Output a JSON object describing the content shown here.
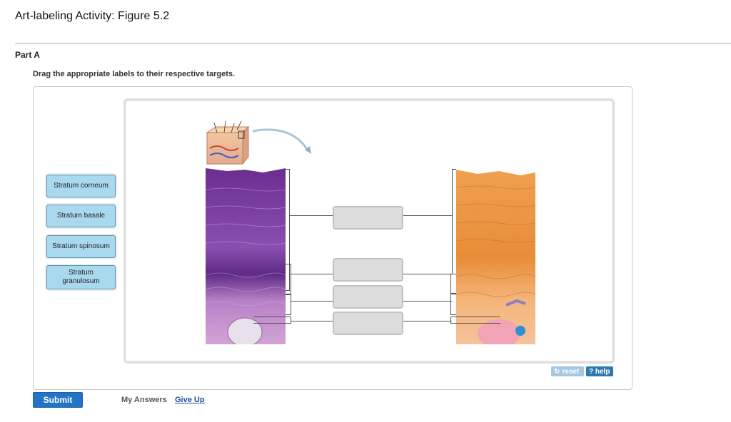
{
  "page": {
    "title": "Art-labeling Activity: Figure 5.2"
  },
  "part": {
    "heading": "Part A",
    "instructions": "Drag the appropriate labels to their respective targets."
  },
  "labels": [
    "Stratum corneum",
    "Stratum basale",
    "Stratum spinosum",
    "Stratum granulosum"
  ],
  "targets": [
    "",
    "",
    "",
    ""
  ],
  "controls": {
    "reset_label": "reset",
    "help_label": "? help"
  },
  "footer": {
    "submit_label": "Submit",
    "my_answers": "My Answers",
    "give_up": "Give Up"
  },
  "colors": {
    "label_bg": "#a9d9ee",
    "submit_bg": "#2274c7",
    "link": "#1d4f9b",
    "stain_purple": "#8a4fb0",
    "stain_orange": "#e89a4c"
  }
}
